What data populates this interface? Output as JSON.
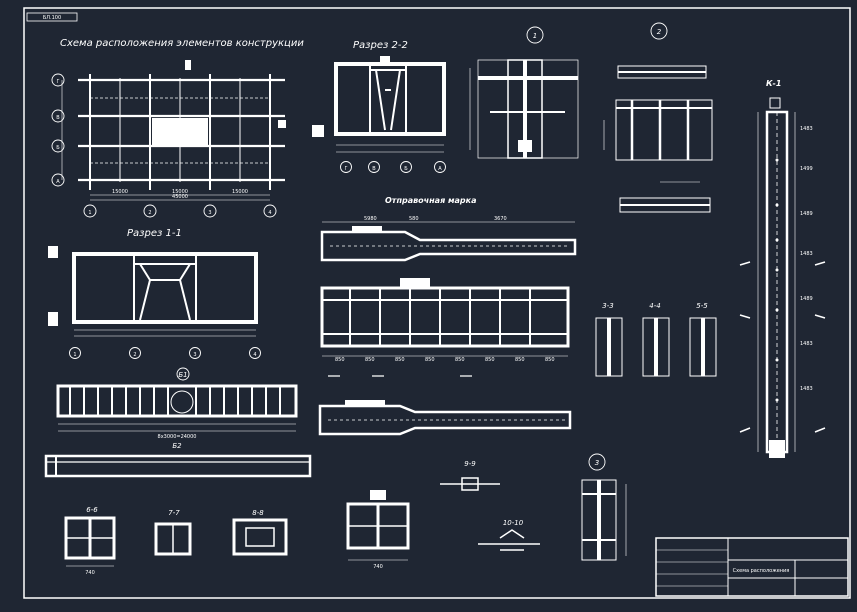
{
  "sheet": {
    "corner_stamp": "БЛ.100",
    "layout_title": "Схема расположения элементов конструкции",
    "section_11": "Разрез 1-1",
    "section_22": "Разрез 2-2",
    "shipping_mark": "Отправочная марка",
    "node_1": "1",
    "node_2": "2",
    "node_3": "3",
    "column_mark": "К-1",
    "b1": "Б1",
    "b2": "Б2",
    "cut_33": "3-3",
    "cut_44": "4-4",
    "cut_55": "5-5",
    "cut_66": "6-6",
    "cut_77": "7-7",
    "cut_88": "8-8",
    "cut_99": "9-9",
    "cut_1010": "10-10",
    "axis_rows": [
      "Г",
      "В",
      "Б",
      "А"
    ],
    "axis_cols": [
      "1",
      "2",
      "3",
      "4"
    ],
    "axis_22": [
      "Г",
      "В",
      "Б",
      "А"
    ],
    "axis_11": [
      "1",
      "2",
      "3",
      "4"
    ],
    "dims_plan": [
      "15000",
      "15000",
      "15000",
      "45000"
    ],
    "dims_shipping": [
      "5980",
      "580",
      "3670",
      "850",
      "850",
      "850",
      "850",
      "850",
      "850",
      "850",
      "850"
    ],
    "dims_b1": "8x3000=24000",
    "dims_col": [
      "1483",
      "1499",
      "1489",
      "1483",
      "1489",
      "1483",
      "1483"
    ],
    "dims_66": "740",
    "dims_detail": "740",
    "title_block_text": "Схема расположения"
  }
}
